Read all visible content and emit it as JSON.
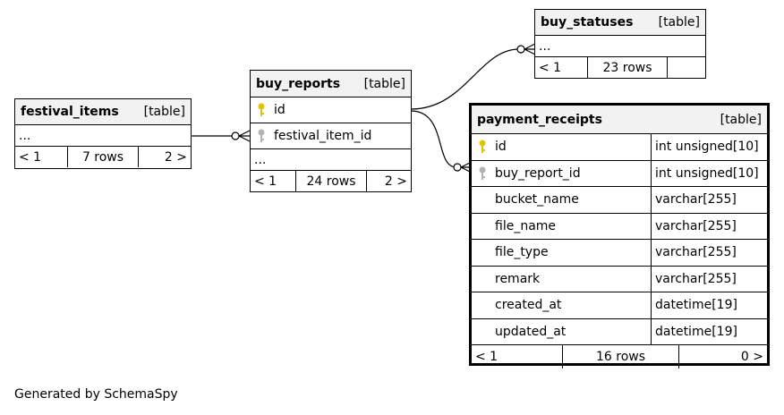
{
  "tables": {
    "festival_items": {
      "name": "festival_items",
      "tag": "[table]",
      "ellipsis": "...",
      "prev": "< 1",
      "rows": "7 rows",
      "next": "2 >"
    },
    "buy_reports": {
      "name": "buy_reports",
      "tag": "[table]",
      "col_id": "id",
      "col_fk": "festival_item_id",
      "ellipsis": "...",
      "prev": "< 1",
      "rows": "24 rows",
      "next": "2 >"
    },
    "buy_statuses": {
      "name": "buy_statuses",
      "tag": "[table]",
      "ellipsis": "...",
      "prev": "< 1",
      "rows": "23 rows",
      "next": ""
    },
    "payment_receipts": {
      "name": "payment_receipts",
      "tag": "[table]",
      "columns": [
        {
          "name": "id",
          "type": "int unsigned[10]",
          "key": "primary"
        },
        {
          "name": "buy_report_id",
          "type": "int unsigned[10]",
          "key": "foreign"
        },
        {
          "name": "bucket_name",
          "type": "varchar[255]",
          "key": ""
        },
        {
          "name": "file_name",
          "type": "varchar[255]",
          "key": ""
        },
        {
          "name": "file_type",
          "type": "varchar[255]",
          "key": ""
        },
        {
          "name": "remark",
          "type": "varchar[255]",
          "key": ""
        },
        {
          "name": "created_at",
          "type": "datetime[19]",
          "key": ""
        },
        {
          "name": "updated_at",
          "type": "datetime[19]",
          "key": ""
        }
      ],
      "prev": "< 1",
      "rows": "16 rows",
      "next": "0 >"
    }
  },
  "colors": {
    "primary_key": "#e6c300",
    "foreign_key": "#b3b3b3",
    "header_bg": "#f2f2f2"
  },
  "footer": "Generated by SchemaSpy"
}
